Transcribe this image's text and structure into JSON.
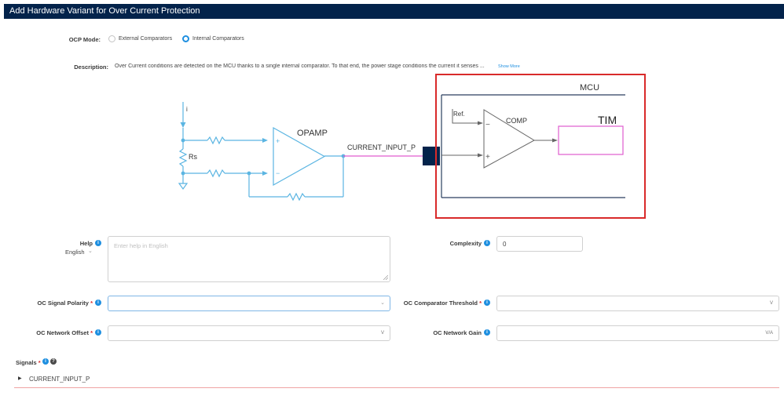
{
  "title": "Add Hardware Variant for Over Current Protection",
  "ocp": {
    "label": "OCP Mode:",
    "options": [
      "External Comparators",
      "Internal Comparators"
    ],
    "selected": "Internal Comparators"
  },
  "description": {
    "label": "Description:",
    "text": "Over Current conditions are detected on the MCU thanks to a single internal comparator. To that end, the power stage conditions the current it senses ...",
    "show_more": "Show More"
  },
  "diagram": {
    "i": "i",
    "rs": "Rs",
    "opamp": "OPAMP",
    "plus": "+",
    "minus": "−",
    "signal": "CURRENT_INPUT_P",
    "mcu": "MCU",
    "ref": "Ref.",
    "comp": "COMP",
    "tim": "TIM"
  },
  "form": {
    "help": {
      "label": "Help",
      "language": "English",
      "placeholder": "Enter help in English"
    },
    "complexity": {
      "label": "Complexity",
      "value": "0"
    },
    "oc_signal_polarity": {
      "label": "OC Signal Polarity",
      "required": "*",
      "value": ""
    },
    "oc_comparator_threshold": {
      "label": "OC Comparator Threshold",
      "required": "*",
      "unit": "V"
    },
    "oc_network_offset": {
      "label": "OC Network Offset",
      "required": "*",
      "unit": "V"
    },
    "oc_network_gain": {
      "label": "OC Network Gain",
      "required": "",
      "unit": "V/A"
    }
  },
  "signals": {
    "label": "Signals",
    "required": "*",
    "items": [
      "CURRENT_INPUT_P"
    ]
  },
  "colors": {
    "header": "#03234b",
    "accent": "#1e8fe0",
    "circuit": "#5bb5e2",
    "pink": "#e05ccf",
    "highlight": "#d92a2a"
  },
  "icons": [
    "info-icon",
    "help-icon",
    "chevron-down-icon",
    "caret-right-icon",
    "resize-grip-icon"
  ]
}
